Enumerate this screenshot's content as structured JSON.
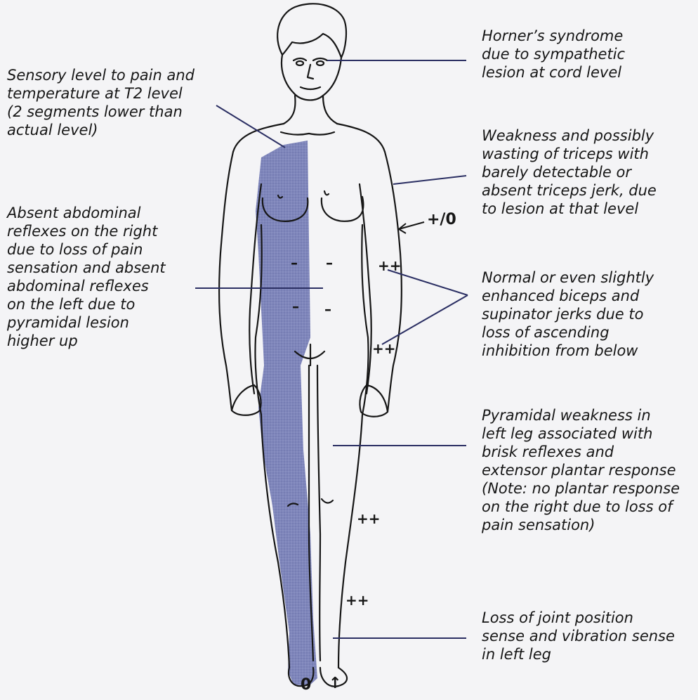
{
  "annotations": {
    "horner": [
      "Horner’s syndrome",
      "due to sympathetic",
      "lesion at cord level"
    ],
    "sensory_level": [
      "Sensory level to pain and",
      "temperature at T2 level",
      "(2 segments lower than",
      "actual level)"
    ],
    "triceps": [
      "Weakness and possibly",
      "wasting of triceps with",
      "barely detectable or",
      "absent triceps jerk, due",
      "to lesion at that level"
    ],
    "abdominal": [
      "Absent abdominal",
      "reflexes on the right",
      "due to loss of pain",
      "sensation and absent",
      "abdominal reflexes",
      "on the left due to",
      "pyramidal lesion",
      "higher up"
    ],
    "biceps": [
      "Normal or even slightly",
      "enhanced biceps and",
      "supinator jerks due to",
      "loss of ascending",
      "inhibition from below"
    ],
    "pyramidal": [
      "Pyramidal weakness in",
      "left leg associated with",
      "brisk reflexes and",
      "extensor plantar response",
      "(Note: no plantar response",
      "on the right due to loss of",
      "pain sensation)"
    ],
    "joint": [
      "Loss of joint position",
      "sense and vibration sense",
      "in left leg"
    ]
  },
  "reflex_marks": {
    "triceps": "+/0",
    "abdominal_upper_right": "–",
    "abdominal_upper_left": "–",
    "abdominal_lower_right": "–",
    "abdominal_lower_left": "–",
    "biceps": "++",
    "supinator": "++",
    "knee": "++",
    "ankle": "++",
    "plantar_right": "0",
    "plantar_left": "↑"
  },
  "colors": {
    "shading": "#7f86bb",
    "ink": "#161616",
    "line": "#2b2f63",
    "background": "#f4f4f6"
  }
}
